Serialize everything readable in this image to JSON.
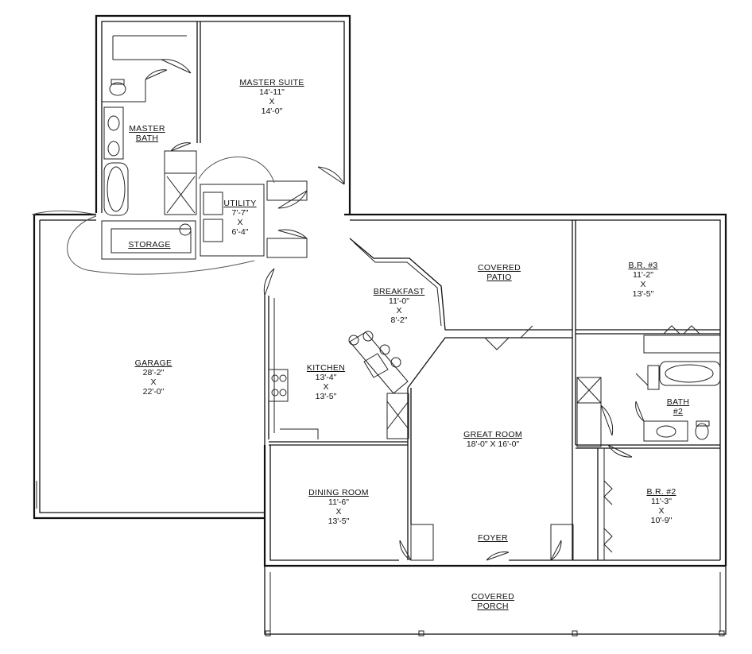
{
  "rooms": {
    "master_suite": {
      "name": "MASTER SUITE",
      "width": "14'-11\"",
      "x": "X",
      "length": "14'-0\""
    },
    "master_bath": {
      "name_line1": "MASTER",
      "name_line2": "BATH"
    },
    "utility": {
      "name": "UTILITY",
      "width": "7'-7\"",
      "x": "X",
      "length": "6'-4\""
    },
    "storage": {
      "name": "STORAGE"
    },
    "garage": {
      "name": "GARAGE",
      "width": "28'-2\"",
      "x": "X",
      "length": "22'-0\""
    },
    "breakfast": {
      "name": "BREAKFAST",
      "width": "11'-0\"",
      "x": "X",
      "length": "8'-2\""
    },
    "covered_patio": {
      "name_line1": "COVERED",
      "name_line2": "PATIO"
    },
    "br3": {
      "name": "B.R. #3",
      "width": "11'-2\"",
      "x": "X",
      "length": "13'-5\""
    },
    "kitchen": {
      "name": "KITCHEN",
      "width": "13'-4\"",
      "x": "X",
      "length": "13'-5\""
    },
    "bath2": {
      "name_line1": "BATH",
      "name_line2": "#2"
    },
    "great_room": {
      "name": "GREAT ROOM",
      "size": "18'-0\" X 16'-0\""
    },
    "dining_room": {
      "name": "DINING ROOM",
      "width": "11'-6\"",
      "x": "X",
      "length": "13'-5\""
    },
    "br2": {
      "name": "B.R. #2",
      "width": "11'-3\"",
      "x": "X",
      "length": "10'-9\""
    },
    "foyer": {
      "name": "FOYER"
    },
    "covered_porch": {
      "name_line1": "COVERED",
      "name_line2": "PORCH"
    }
  }
}
